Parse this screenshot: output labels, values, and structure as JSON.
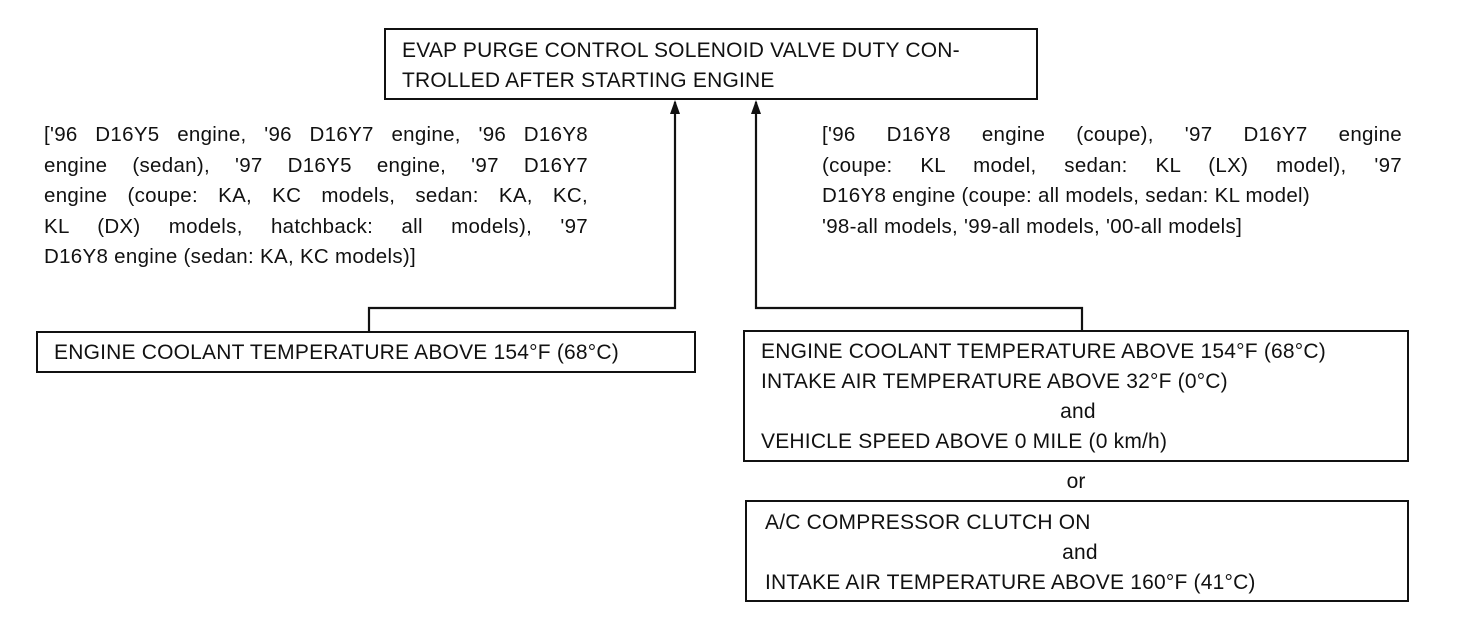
{
  "top_box": {
    "lines": [
      "EVAP PURGE CONTROL SOLENOID VALVE DUTY CON-",
      "TROLLED AFTER STARTING ENGINE"
    ]
  },
  "left_note": {
    "lines": [
      "['96 D16Y5 engine, '96 D16Y7 engine, '96 D16Y8",
      "engine (sedan), '97 D16Y5 engine, '97 D16Y7",
      "engine (coupe: KA, KC models, sedan: KA, KC,",
      "KL (DX) models, hatchback: all models), '97",
      "D16Y8 engine (sedan: KA, KC models)]"
    ]
  },
  "right_note": {
    "lines": [
      "['96 D16Y8 engine (coupe), '97 D16Y7 engine",
      "(coupe: KL model, sedan: KL (LX) model), '97",
      "D16Y8 engine (coupe: all models, sedan: KL model)",
      "'98-all models, '99-all models, '00-all models]"
    ]
  },
  "left_box": {
    "text": "ENGINE COOLANT TEMPERATURE ABOVE 154°F (68°C)"
  },
  "right_box_1": {
    "line1": "ENGINE COOLANT TEMPERATURE ABOVE 154°F (68°C)",
    "line2": "INTAKE AIR TEMPERATURE ABOVE 32°F (0°C)",
    "line3": "and",
    "line4": "VEHICLE SPEED ABOVE 0 MILE (0 km/h)"
  },
  "or_label": "or",
  "right_box_2": {
    "line1": "A/C COMPRESSOR CLUTCH ON",
    "line2": "and",
    "line3": "INTAKE AIR TEMPERATURE ABOVE 160°F (41°C)"
  }
}
